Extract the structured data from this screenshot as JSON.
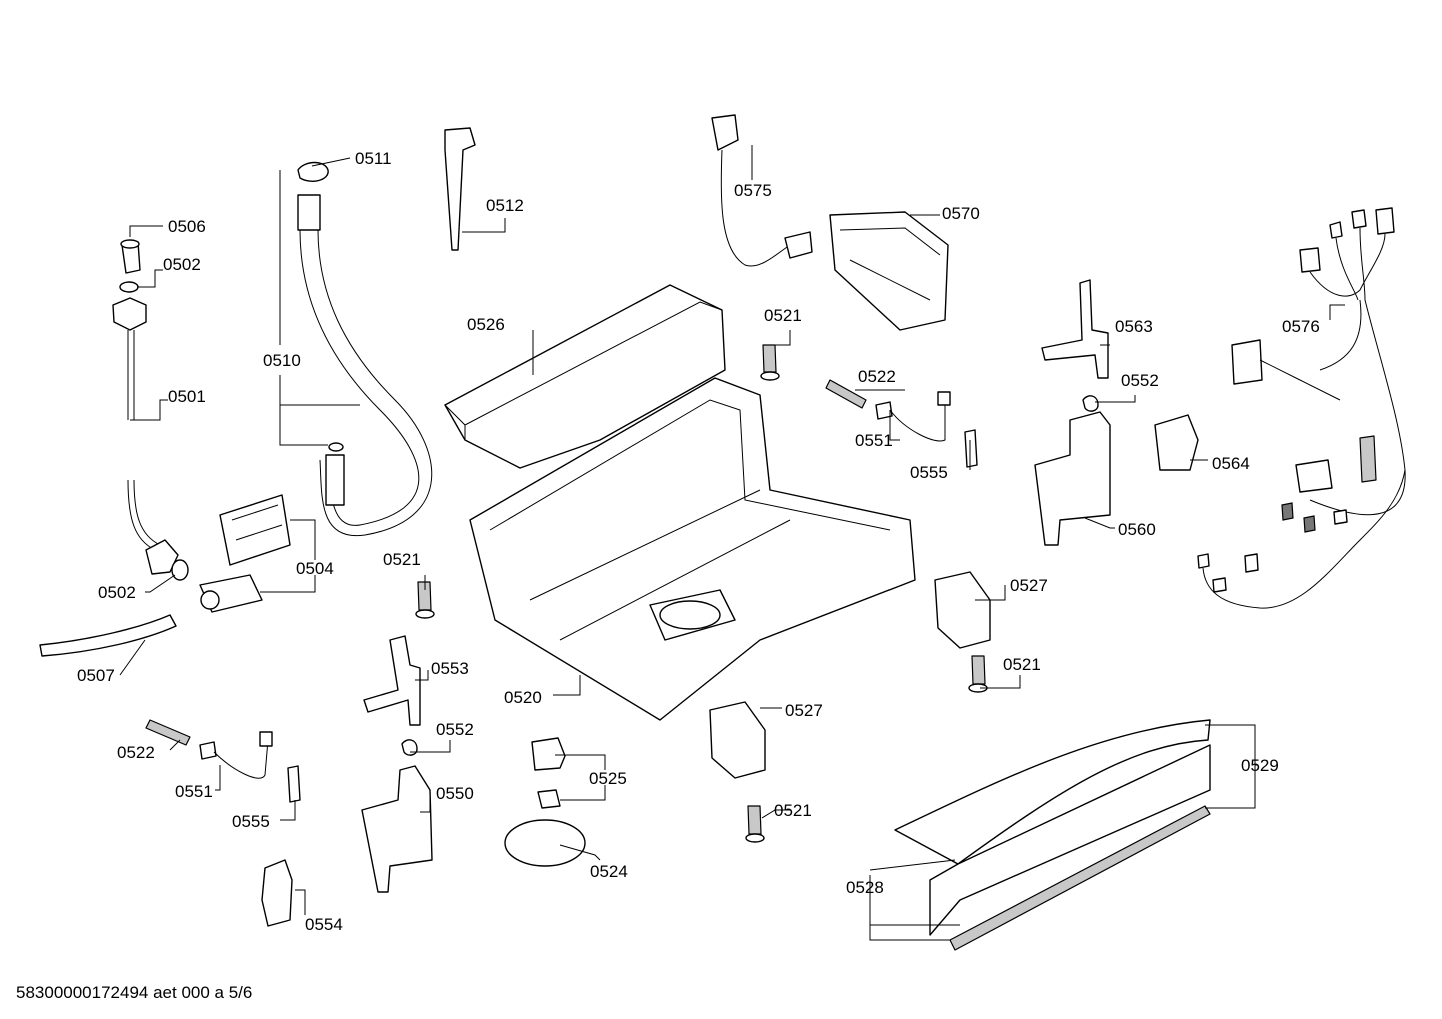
{
  "labels": {
    "p0501": "0501",
    "p0502a": "0502",
    "p0502b": "0502",
    "p0504": "0504",
    "p0506": "0506",
    "p0507": "0507",
    "p0510": "0510",
    "p0511": "0511",
    "p0512": "0512",
    "p0520": "0520",
    "p0521a": "0521",
    "p0521b": "0521",
    "p0521c": "0521",
    "p0521d": "0521",
    "p0522a": "0522",
    "p0522b": "0522",
    "p0524": "0524",
    "p0525": "0525",
    "p0526": "0526",
    "p0527a": "0527",
    "p0527b": "0527",
    "p0528": "0528",
    "p0529": "0529",
    "p0550": "0550",
    "p0551a": "0551",
    "p0551b": "0551",
    "p0552a": "0552",
    "p0552b": "0552",
    "p0553": "0553",
    "p0554": "0554",
    "p0555a": "0555",
    "p0555b": "0555",
    "p0560": "0560",
    "p0563": "0563",
    "p0564": "0564",
    "p0570": "0570",
    "p0575": "0575",
    "p0576": "0576"
  },
  "footer": "58300000172494 aet 000 a 5/6"
}
